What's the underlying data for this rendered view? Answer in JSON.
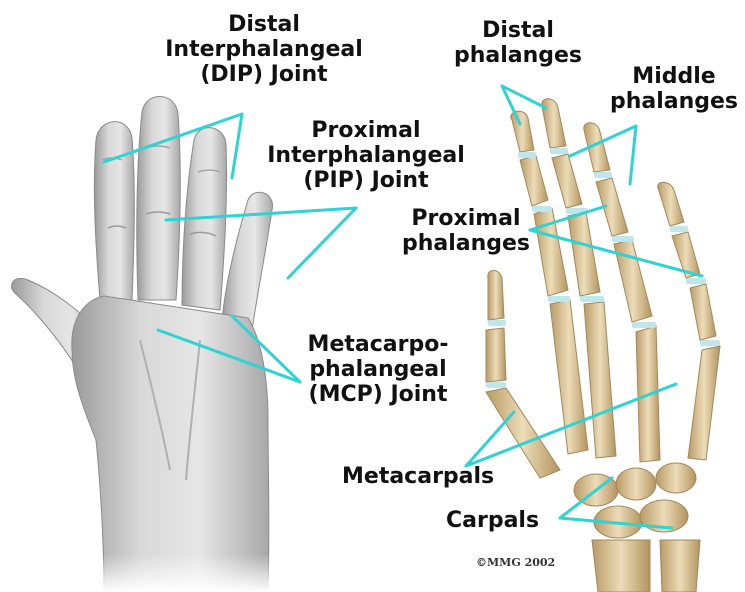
{
  "labels": {
    "dip_joint": [
      "Distal",
      "Interphalangeal",
      "(DIP) Joint"
    ],
    "pip_joint": [
      "Proximal",
      "Interphalangeal",
      "(PIP) Joint"
    ],
    "mcp_joint": [
      "Metacarpo-",
      "phalangeal",
      "(MCP) Joint"
    ],
    "distal_phalanges": [
      "Distal",
      "phalanges"
    ],
    "middle_phalanges": [
      "Middle",
      "phalanges"
    ],
    "proximal_phalanges": [
      "Proximal",
      "phalanges"
    ],
    "metacarpals": "Metacarpals",
    "carpals": "Carpals"
  },
  "copyright": "©MMG 2002",
  "colors": {
    "leader_line": "#2fd3d3",
    "skin": "#cfcfcf",
    "bone": "#d9c39a",
    "cartilage": "#bfe6ea",
    "text": "#111111"
  }
}
